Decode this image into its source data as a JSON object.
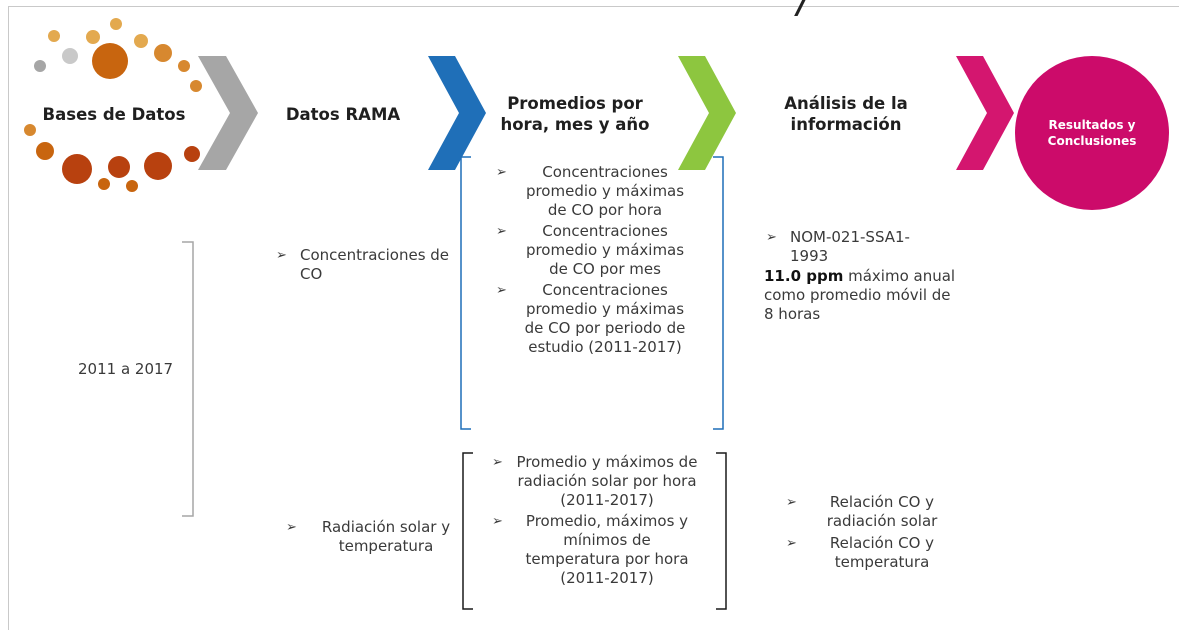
{
  "header_fragment": "/",
  "stages": [
    {
      "label": "Bases de Datos",
      "color": "#9a9a9a"
    },
    {
      "label": "Datos RAMA",
      "color": "#1f6fb8"
    },
    {
      "label": "Promedios por hora, mes y año",
      "color": "#8dc63f"
    },
    {
      "label": "Análisis de la información",
      "color": "#d4166f"
    },
    {
      "label": "Resultados y Conclusiones",
      "color": "#cc0b6a"
    }
  ],
  "period_label": "2011 a 2017",
  "rama_items": [
    "Concentraciones de CO"
  ],
  "radiation_items": [
    "Radiación solar y temperatura"
  ],
  "promedios_co": [
    "Concentraciones promedio  y máximas de CO por hora",
    "Concentraciones promedio y máximas de CO por mes",
    "Concentraciones promedio y máximas de CO por periodo de estudio (2011-2017)"
  ],
  "promedios_rad": [
    "Promedio y máximos de radiación solar por hora (2011-2017)",
    "Promedio, máximos y mínimos de temperatura por hora (2011-2017)"
  ],
  "analisis_norm": {
    "item": "NOM-021-SSA1-1993",
    "value": "11.0 ppm",
    "text": "máximo anual como promedio móvil de 8 horas"
  },
  "analisis_rel": [
    "Relación CO y radiación solar",
    "Relación CO y temperatura"
  ],
  "colors": {
    "circle_dark": "#b8410f",
    "circle_mid": "#d7882f",
    "circle_light": "#e3a94f",
    "circle_gray": "#a6a6a6"
  }
}
